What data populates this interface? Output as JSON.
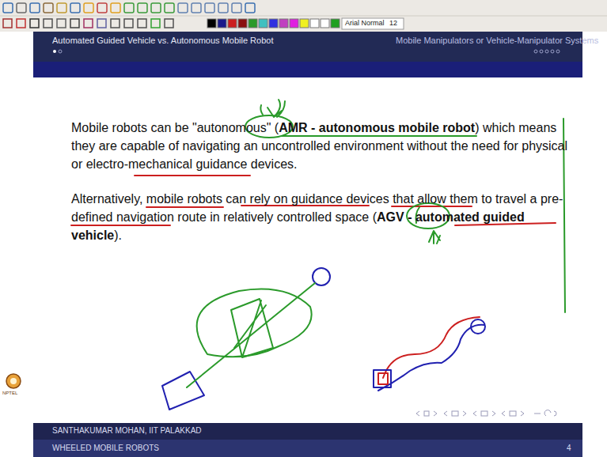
{
  "diagram": {
    "labels": [
      "Arial Normal",
      "12",
      "Automated Guided Vehicle vs. Autonomous Mobile Robot",
      "Mobile Manipulators or Vehicle-Manipulator Systems",
      "Mobile robots can be \"autonomous\" (",
      "AMR - autonomous mobile robot",
      ") which means they are capable of navigating an uncontrolled environment without the need for physical or electro-mechanical guidance devices.",
      "Alternatively, mobile robots can rely on guidance devices that allow them to travel a pre-defined navigation route in relatively controlled space (",
      "AGV - automated guided vehicle",
      ").",
      "SANTHAKUMAR MOHAN, IIT PALAKKAD",
      "WHEELED MOBILE ROBOTS",
      "4",
      "NPTEL"
    ]
  }
}
